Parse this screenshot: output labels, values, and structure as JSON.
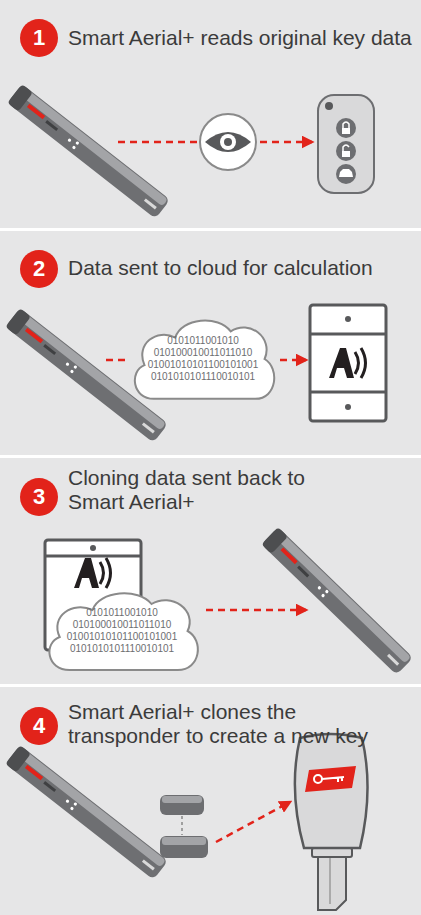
{
  "diagram": {
    "nodes": [
      {
        "text": [
          "Smart Aerial+ reads original key data"
        ]
      },
      {
        "text": [
          "1"
        ],
        "in": 0
      },
      {
        "text": [
          "Data sent to cloud for calculation"
        ]
      },
      {
        "text": [
          "2"
        ],
        "in": 2
      },
      {
        "text": [
          "0101011001010 010100010011011010 01001010101100101001 0101010101110010101"
        ],
        "in": 2
      },
      {
        "text": [
          "Cloning data sent back to Smart Aerial+"
        ]
      },
      {
        "text": [
          "3"
        ],
        "in": 5
      },
      {
        "text": [
          "0101011001010 010100010011011010 01001010101100101001 0101010101110010101"
        ],
        "in": 5
      },
      {
        "text": [
          "Smart Aerial+ clones the transponder to create a new key"
        ]
      },
      {
        "text": [
          "4"
        ],
        "in": 8
      }
    ]
  }
}
